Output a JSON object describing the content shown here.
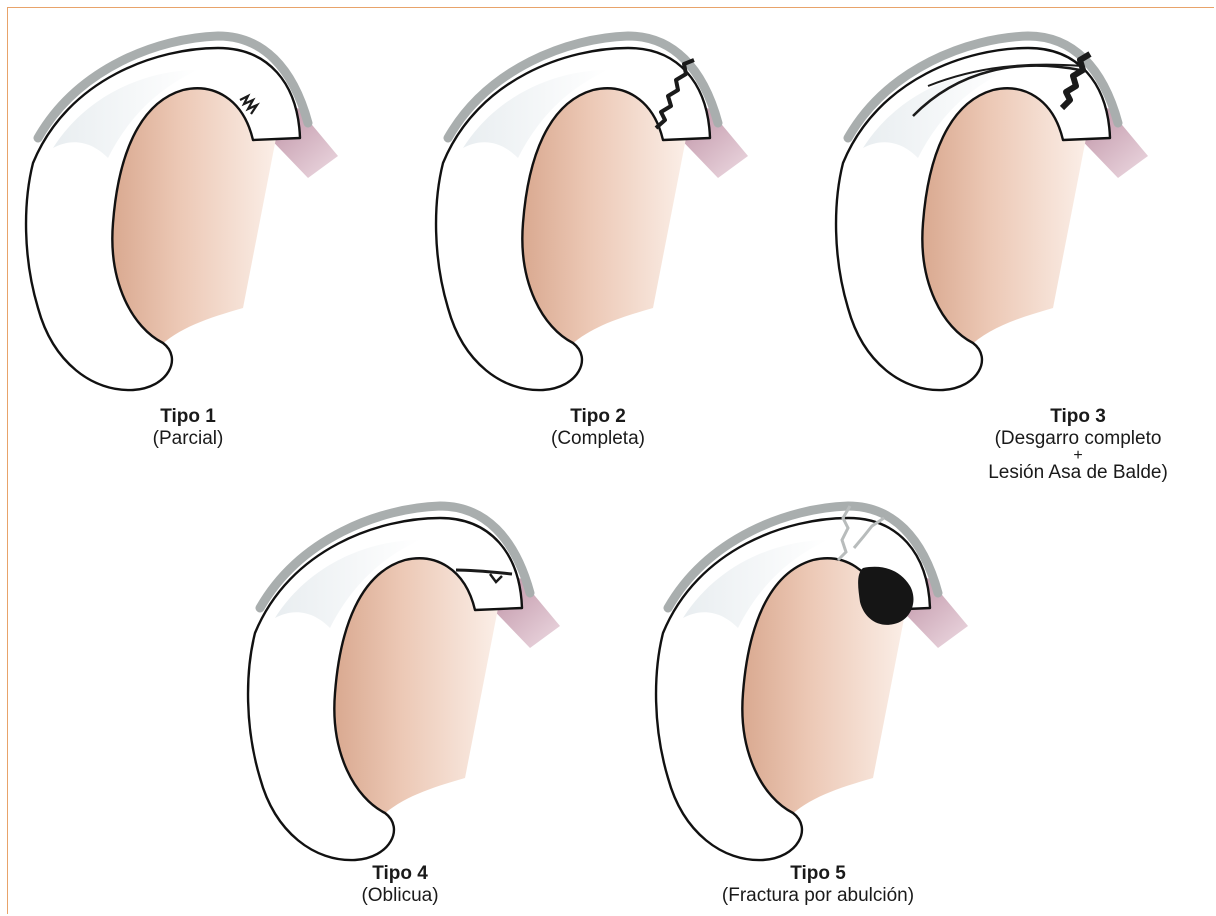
{
  "figure": {
    "panels": [
      {
        "title": "Tipo 1",
        "subtitle": "(Parcial)"
      },
      {
        "title": "Tipo 2",
        "subtitle": "(Completa)"
      },
      {
        "title": "Tipo 3",
        "subtitle_line1": "(Desgarro completo",
        "plus": "+",
        "subtitle_line2": "Lesión Asa de Balde)"
      },
      {
        "title": "Tipo 4",
        "subtitle": "(Oblicua)"
      },
      {
        "title": "Tipo 5",
        "subtitle": "(Fractura por abulción)"
      }
    ],
    "colors": {
      "border": "#e8a36a",
      "cartilage_rim": "#a9aeae",
      "condyle_light": "#f4ddd0",
      "condyle_dark": "#d9ab93",
      "ligament": "#b07a92",
      "tear": "#1a1a1a",
      "faint_tear": "#b8bcbc"
    }
  }
}
